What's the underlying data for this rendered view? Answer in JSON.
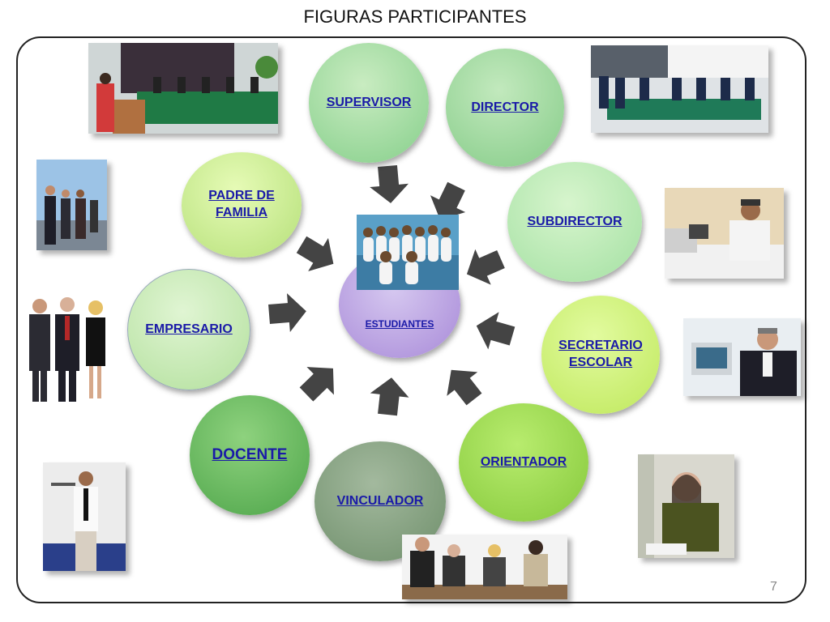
{
  "slide": {
    "title": "FIGURAS PARTICIPANTES",
    "number": "7"
  },
  "center": {
    "label": "ESTUDIANTES"
  },
  "figures": [
    {
      "key": "supervisor",
      "label": "SUPERVISOR"
    },
    {
      "key": "director",
      "label": "DIRECTOR"
    },
    {
      "key": "subdirector",
      "label": "SUBDIRECTOR"
    },
    {
      "key": "secretario",
      "label": "SECRETARIO ESCOLAR"
    },
    {
      "key": "orientador",
      "label": "ORIENTADOR"
    },
    {
      "key": "vinculador",
      "label": "VINCULADOR"
    },
    {
      "key": "docente",
      "label": "DOCENTE"
    },
    {
      "key": "empresario",
      "label": "EMPRESARIO"
    },
    {
      "key": "padre",
      "label": "PADRE DE FAMILIA"
    }
  ],
  "colors": {
    "text_link": "#1a1aa8",
    "green_light": "#c7ecb5",
    "green_mid": "#9ed997",
    "green_dark": "#5fae5b",
    "gray_green": "#7fa07a",
    "lime": "#c6ee63",
    "purple": "#b7a3de",
    "arrow": "#444444"
  }
}
